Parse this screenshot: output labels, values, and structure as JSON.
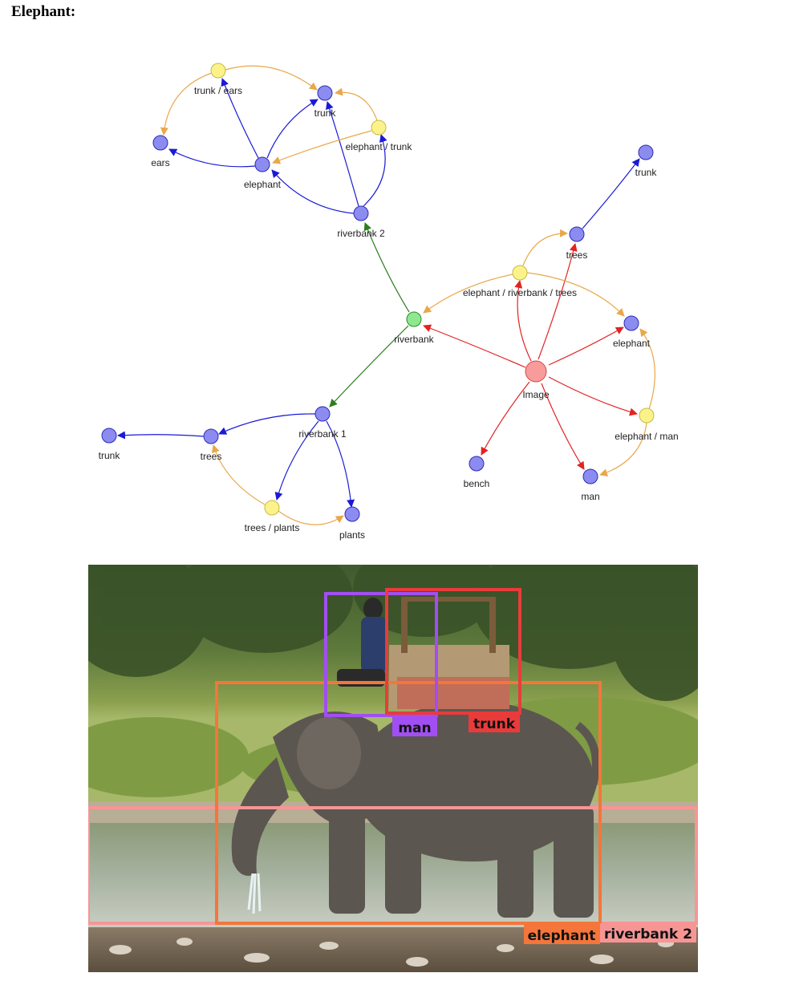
{
  "title": "Elephant:",
  "graph": {
    "nodes": {
      "image": {
        "label": "Image",
        "kind": "image"
      },
      "riverbank": {
        "label": "riverbank",
        "kind": "anchor"
      },
      "riverbank2": {
        "label": "riverbank 2",
        "kind": "object"
      },
      "riverbank1": {
        "label": "riverbank 1",
        "kind": "object"
      },
      "elephant_top": {
        "label": "elephant",
        "kind": "object"
      },
      "ears": {
        "label": "ears",
        "kind": "object"
      },
      "trunk_top": {
        "label": "trunk",
        "kind": "object"
      },
      "trunk_ears": {
        "label": "trunk / ears",
        "kind": "relation"
      },
      "elephant_trunk": {
        "label": "elephant / trunk",
        "kind": "relation"
      },
      "trees_r": {
        "label": "trees",
        "kind": "object"
      },
      "trunk_r": {
        "label": "trunk",
        "kind": "object"
      },
      "erb_trees": {
        "label": "elephant / riverbank / trees",
        "kind": "relation"
      },
      "elephant_r": {
        "label": "elephant",
        "kind": "object"
      },
      "elephant_man": {
        "label": "elephant / man",
        "kind": "relation"
      },
      "man": {
        "label": "man",
        "kind": "object"
      },
      "bench": {
        "label": "bench",
        "kind": "object"
      },
      "trees_l": {
        "label": "trees",
        "kind": "object"
      },
      "trunk_l": {
        "label": "trunk",
        "kind": "object"
      },
      "trees_plants": {
        "label": "trees / plants",
        "kind": "relation"
      },
      "plants": {
        "label": "plants",
        "kind": "object"
      }
    },
    "colors": {
      "image": "#f79b9b",
      "anchor": "#8ee88e",
      "object": "#8c8cf0",
      "relation": "#fbf38a",
      "red_edge": "#e32222",
      "green_edge": "#2e7d1e",
      "blue_edge": "#1a1ad6",
      "orange_edge": "#e8a84a"
    }
  },
  "photo": {
    "boxes": [
      {
        "label": "man",
        "color": "#a14ef2"
      },
      {
        "label": "trunk",
        "color": "#ea3b3b"
      },
      {
        "label": "elephant",
        "color": "#f4763a"
      },
      {
        "label": "riverbank 2",
        "color": "#f79595"
      }
    ]
  }
}
